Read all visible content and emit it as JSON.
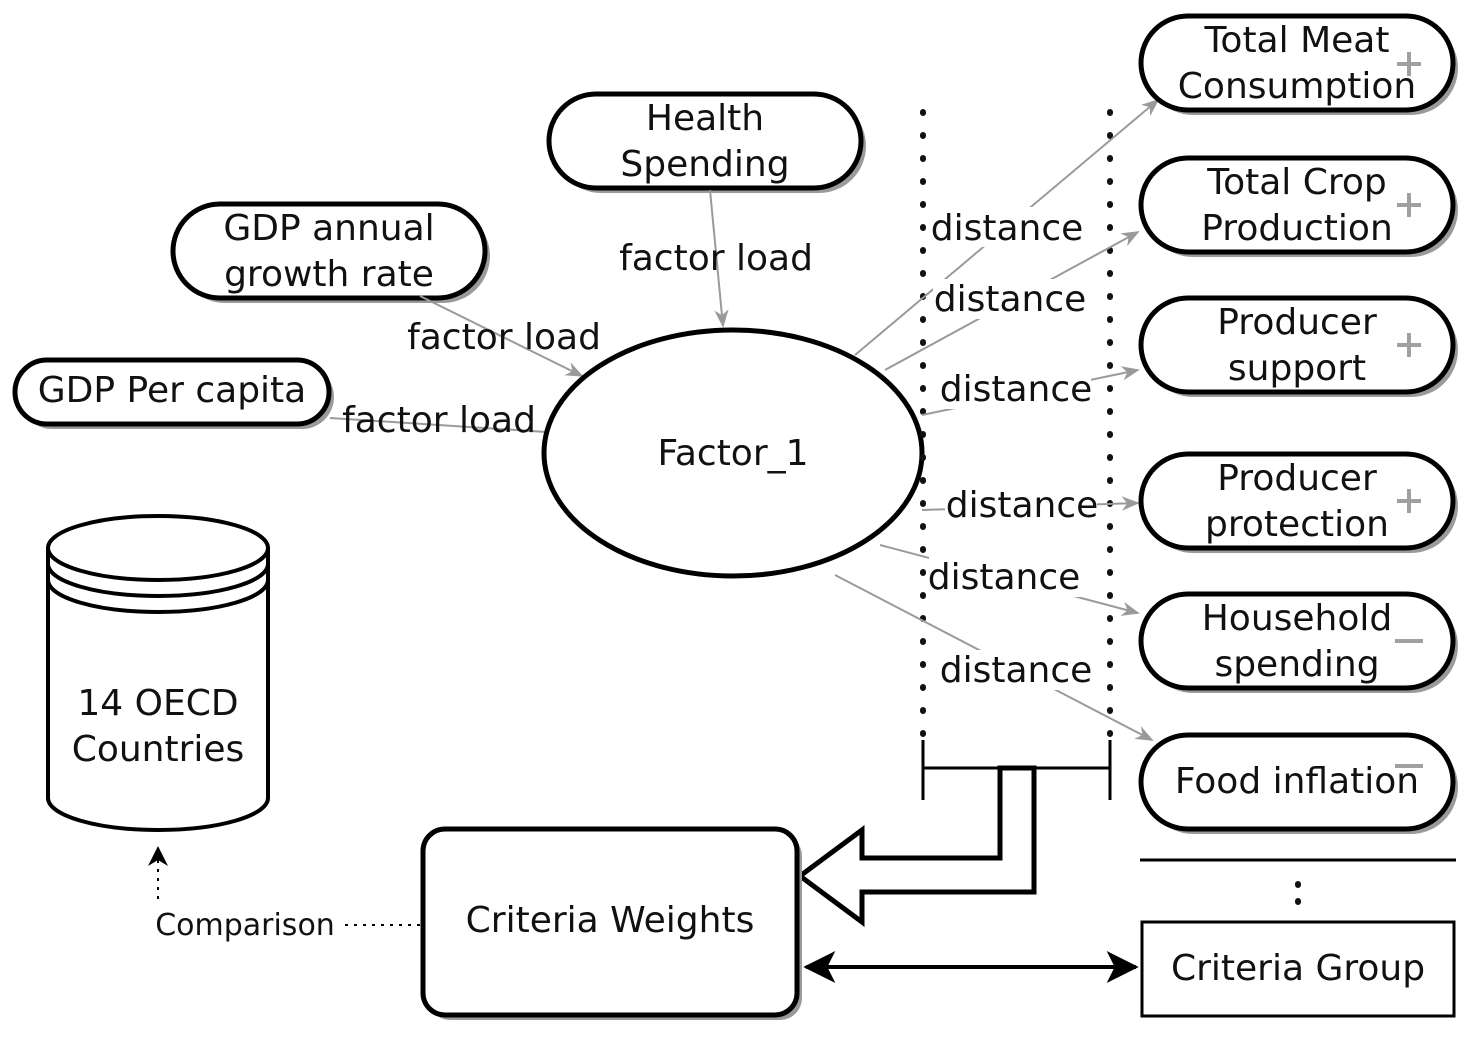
{
  "nodes": {
    "health_spending": [
      "Health",
      "Spending"
    ],
    "gdp_growth": [
      "GDP annual",
      "growth rate"
    ],
    "gdp_per_capita": "GDP Per capita",
    "factor": "Factor_1",
    "database": [
      "14 OECD",
      "Countries"
    ],
    "criteria_weights": "Criteria Weights",
    "criteria_group": "Criteria Group"
  },
  "criteria": [
    {
      "lines": [
        "Total Meat",
        "Consumption"
      ],
      "sign": "+"
    },
    {
      "lines": [
        "Total Crop",
        "Production"
      ],
      "sign": "+"
    },
    {
      "lines": [
        "Producer",
        "support"
      ],
      "sign": "+"
    },
    {
      "lines": [
        "Producer",
        "protection"
      ],
      "sign": "+"
    },
    {
      "lines": [
        "Household",
        "spending"
      ],
      "sign": "−"
    },
    {
      "lines": [
        "Food inflation"
      ],
      "sign": "−"
    }
  ],
  "edge_labels": {
    "factor_load": "factor load",
    "distance": "distance",
    "comparison": "Comparison"
  },
  "colors": {
    "stroke": "#000000",
    "shadow": "#9a9a9a",
    "arrow": "#9a9a9a",
    "sign": "#a0a0a0"
  }
}
